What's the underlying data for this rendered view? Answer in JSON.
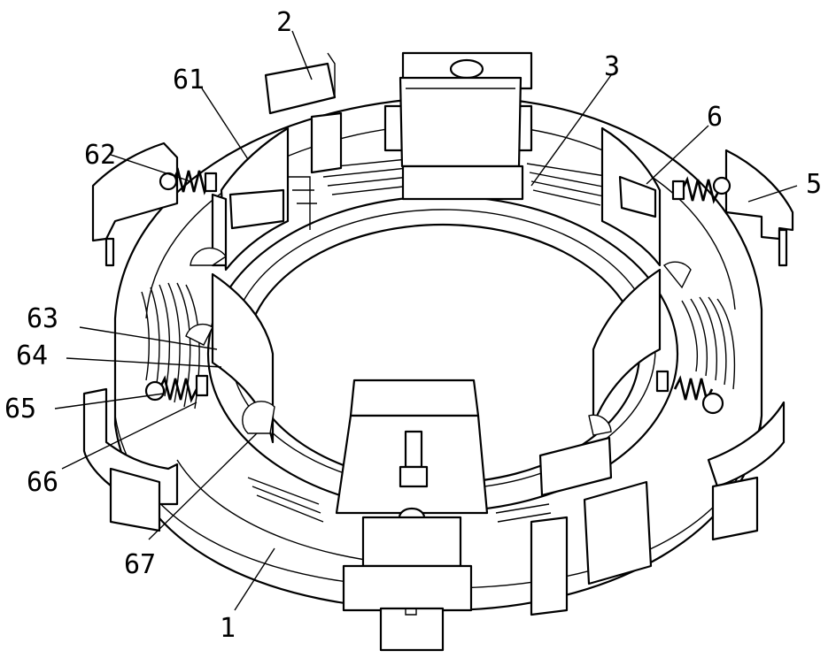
{
  "figure": {
    "labels": [
      {
        "id": "1",
        "text": "1"
      },
      {
        "id": "2",
        "text": "2"
      },
      {
        "id": "3",
        "text": "3"
      },
      {
        "id": "5",
        "text": "5"
      },
      {
        "id": "6",
        "text": "6"
      },
      {
        "id": "61",
        "text": "61"
      },
      {
        "id": "62",
        "text": "62"
      },
      {
        "id": "63",
        "text": "63"
      },
      {
        "id": "64",
        "text": "64"
      },
      {
        "id": "65",
        "text": "65"
      },
      {
        "id": "66",
        "text": "66"
      },
      {
        "id": "67",
        "text": "67"
      }
    ],
    "line_color": "#000000",
    "background": "#ffffff"
  }
}
